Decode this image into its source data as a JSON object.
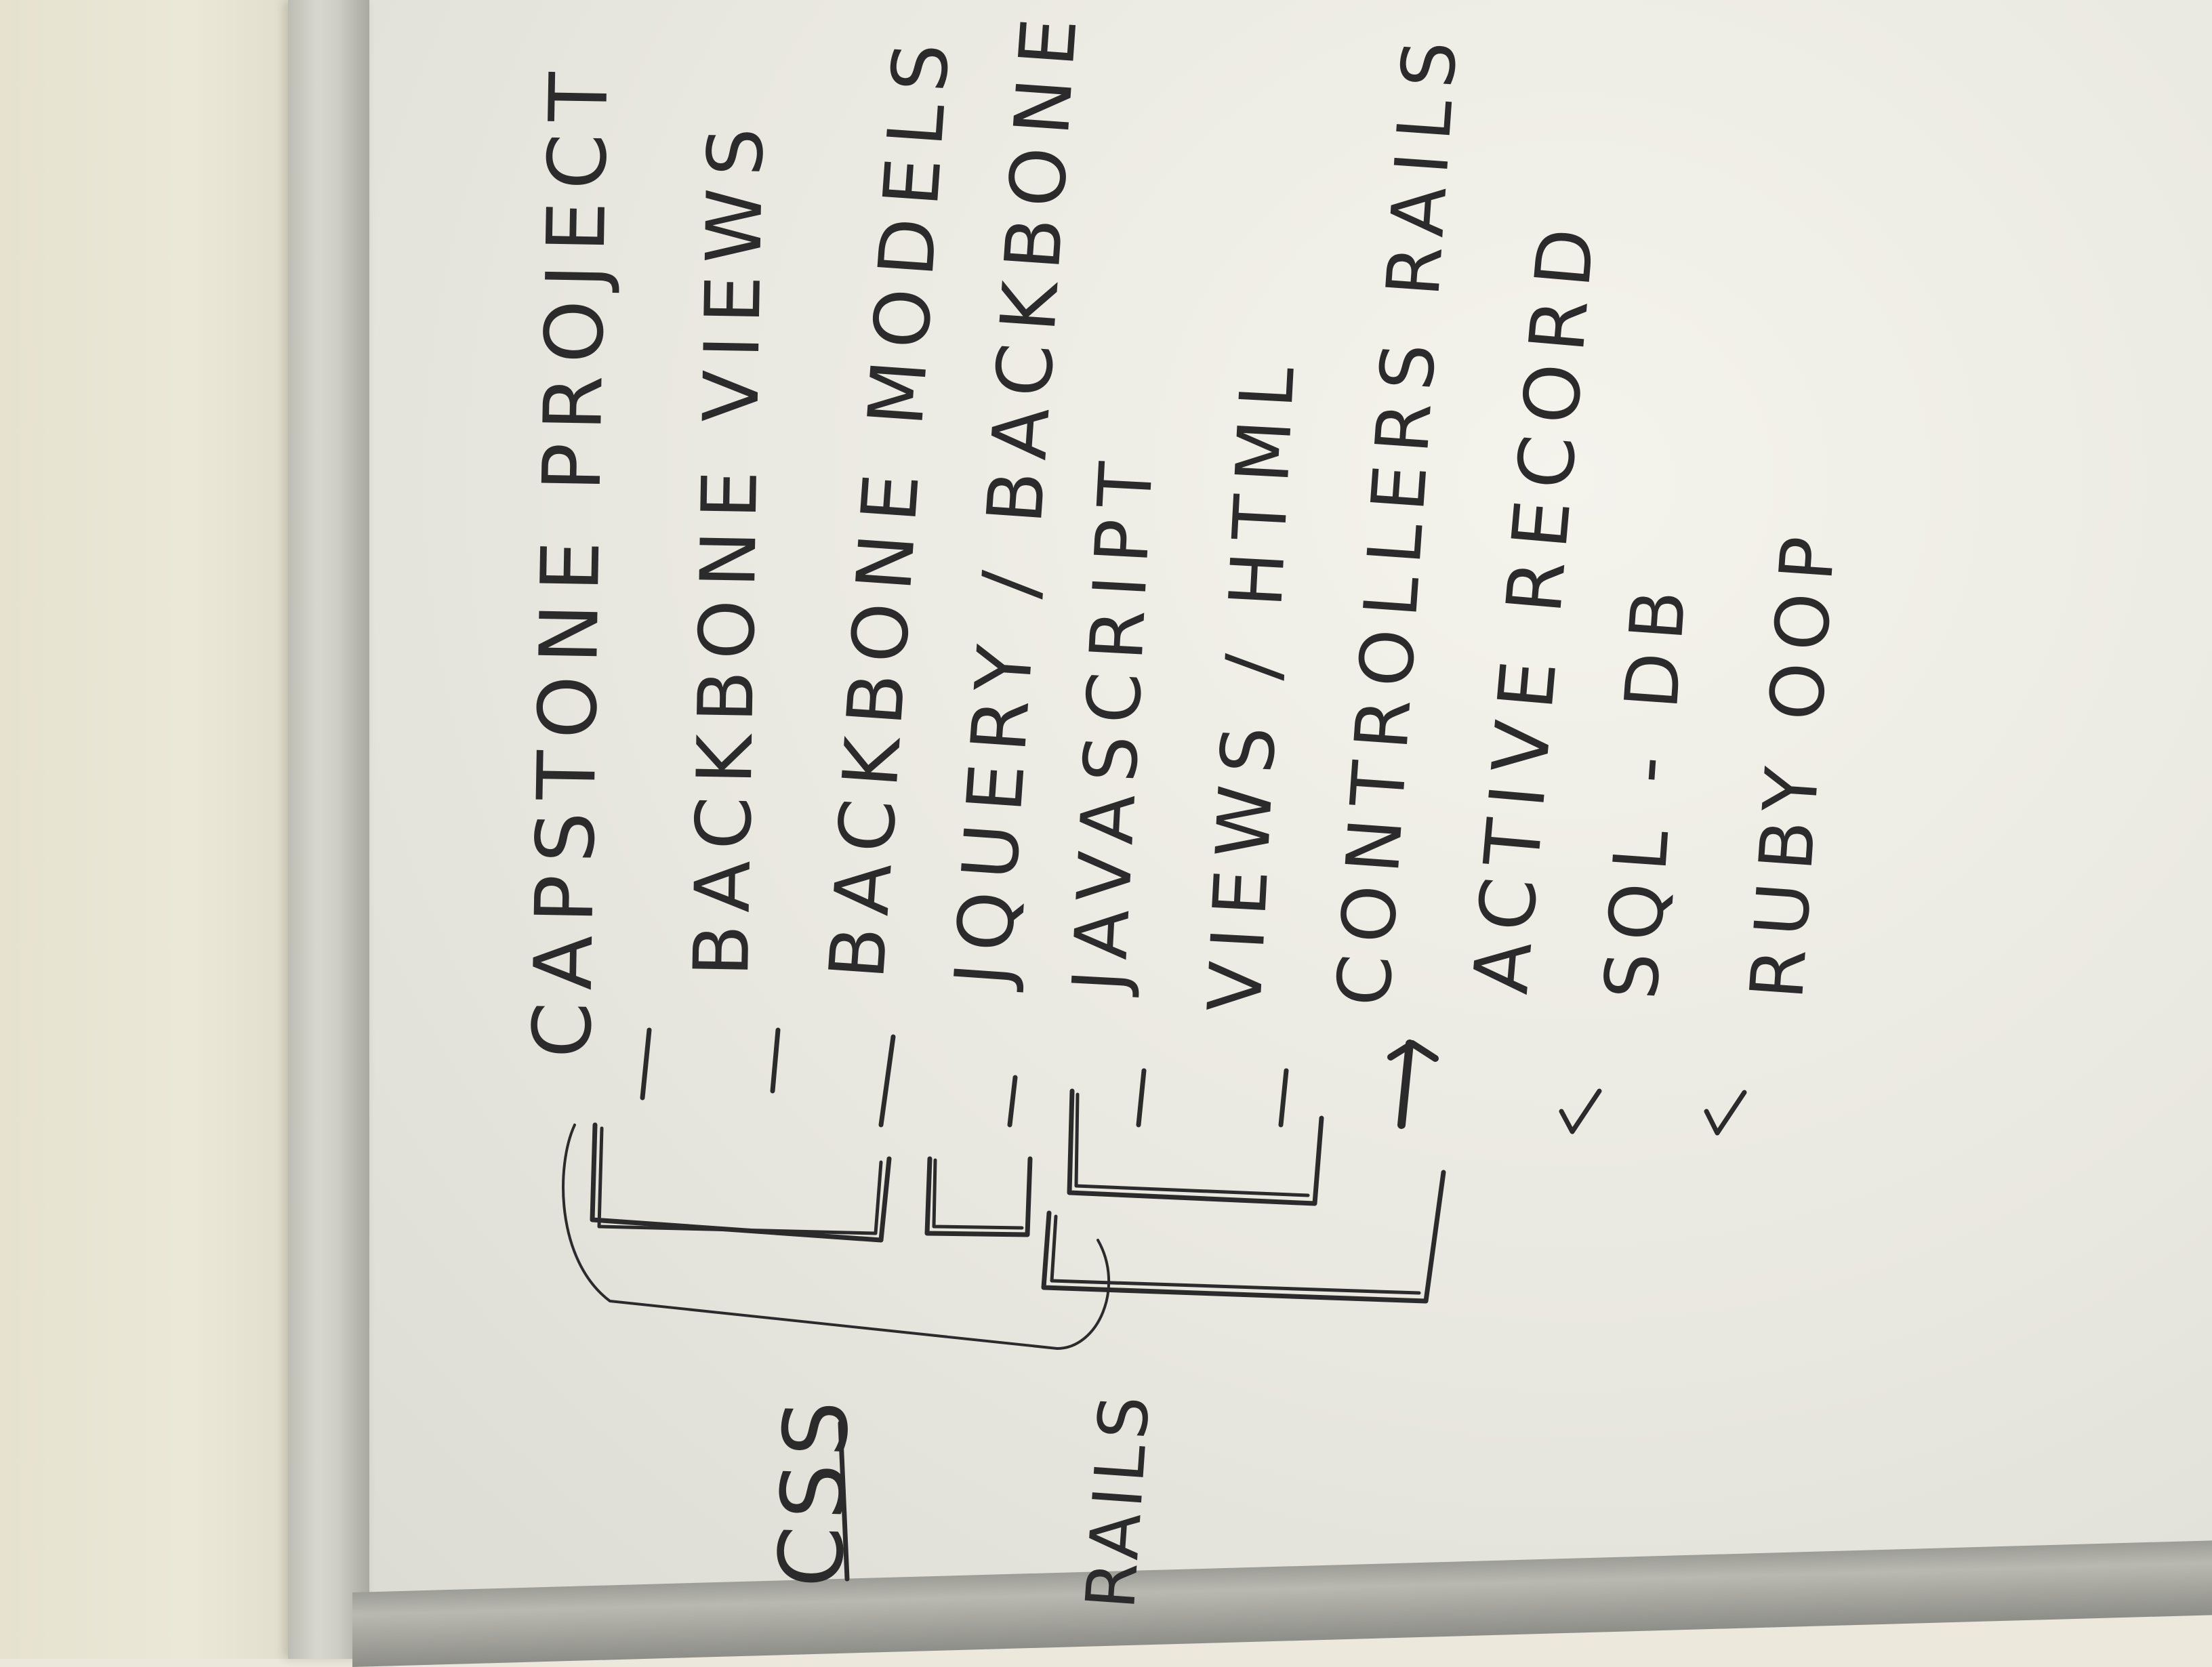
{
  "board": {
    "title": "CAPSTONE PROJECT",
    "topics": [
      "BACKBONE VIEWS",
      "BACKBONE MODELS",
      "JQUERY / BACKBONE",
      "JAVASCRIPT",
      "VIEWS / HTML",
      "CONTROLLERS RAILS",
      "ACTIVE RECORD",
      "SQL - DB",
      "RUBY OOP"
    ],
    "groups": {
      "css_label": "CSS",
      "rails_label": "RAILS"
    }
  },
  "colors": {
    "marker": "#2b2b2b",
    "board": "#efeee7",
    "frame": "#c4c4bc"
  }
}
